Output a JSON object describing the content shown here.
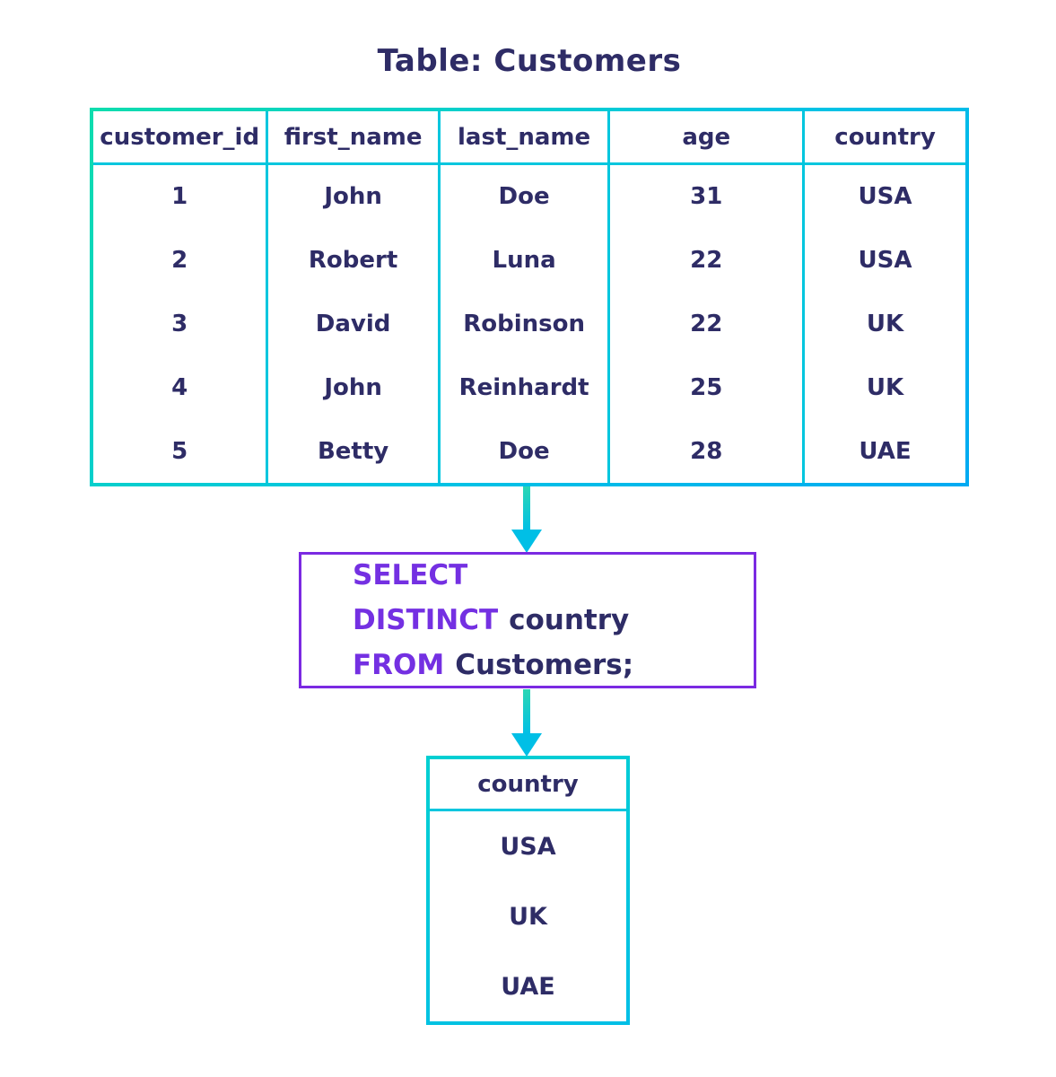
{
  "title": "Table: Customers",
  "colors": {
    "table_border_teal": "#0edcae",
    "table_border_cyan": "#00bfe6",
    "query_border_purple": "#7b2ae2",
    "keyword_purple": "#7430e2",
    "text_navy": "#2e2c66"
  },
  "customers_table": {
    "columns": [
      "customer_id",
      "first_name",
      "last_name",
      "age",
      "country"
    ],
    "rows": [
      [
        "1",
        "John",
        "Doe",
        "31",
        "USA"
      ],
      [
        "2",
        "Robert",
        "Luna",
        "22",
        "USA"
      ],
      [
        "3",
        "David",
        "Robinson",
        "22",
        "UK"
      ],
      [
        "4",
        "John",
        "Reinhardt",
        "25",
        "UK"
      ],
      [
        "5",
        "Betty",
        "Doe",
        "28",
        "UAE"
      ]
    ]
  },
  "query": {
    "line1_keyword": "SELECT DISTINCT",
    "line1_text": "country",
    "line2_keyword": "FROM",
    "line2_text": "Customers;"
  },
  "result_table": {
    "column": "country",
    "rows": [
      "USA",
      "UK",
      "UAE"
    ]
  }
}
